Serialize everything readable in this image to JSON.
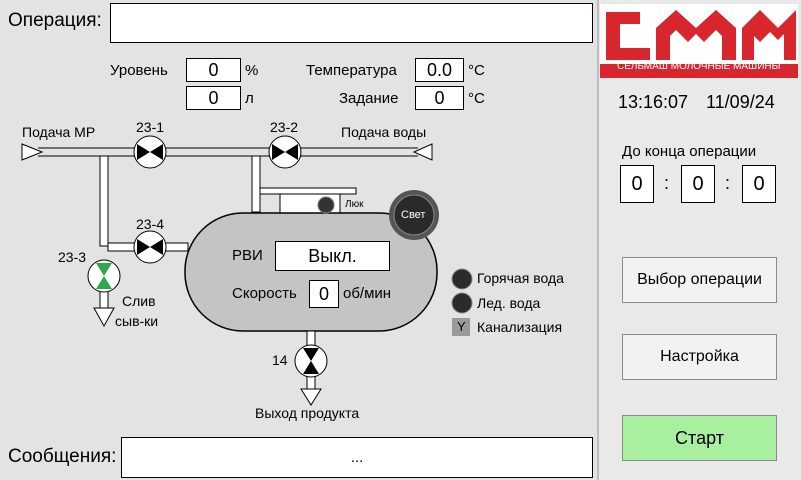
{
  "operation": {
    "label": "Операция:",
    "value": ""
  },
  "messages": {
    "label": "Сообщения:",
    "value": "..."
  },
  "level": {
    "label": "Уровень",
    "percent": "0",
    "percent_unit": "%",
    "liters": "0",
    "liters_unit": "л"
  },
  "temperature": {
    "label": "Температура",
    "value": "0.0",
    "unit": "°C",
    "setpoint_label": "Задание",
    "setpoint": "0",
    "setpoint_unit": "°C"
  },
  "pipes": {
    "supply_mr": "Подача МР",
    "supply_water": "Подача воды"
  },
  "valves": {
    "v23_1": "23-1",
    "v23_2": "23-2",
    "v23_3": "23-3",
    "v23_4": "23-4",
    "v14": "14"
  },
  "tank": {
    "hatch": "Люк",
    "light_button": "Свет",
    "rvi_label": "РВИ",
    "rvi_value": "Выкл.",
    "speed_label": "Скорость",
    "speed_value": "0",
    "speed_unit": "об/мин"
  },
  "drain": {
    "line1": "Слив",
    "line2": "сыв-ки"
  },
  "product_out": "Выход продукта",
  "legend": {
    "hot_water": "Горячая вода",
    "ice_water": "Лед. вода",
    "sewer_icon": "Y",
    "sewer": "Канализация"
  },
  "logo": {
    "caption": "СЕЛЬМАШ МОЛОЧНЫЕ МАШИНЫ",
    "color": "#d7262d"
  },
  "clock": {
    "time": "13:16:07",
    "date": "11/09/24"
  },
  "countdown": {
    "label": "До конца операции",
    "h": "0",
    "m": "0",
    "s": "0",
    "sep": ":"
  },
  "buttons": {
    "select": "Выбор операции",
    "settings": "Настройка",
    "start": "Старт"
  },
  "colors": {
    "valve_open": "#2ea84a",
    "start": "#a8f0a0",
    "tank": "#c4c4c4"
  }
}
